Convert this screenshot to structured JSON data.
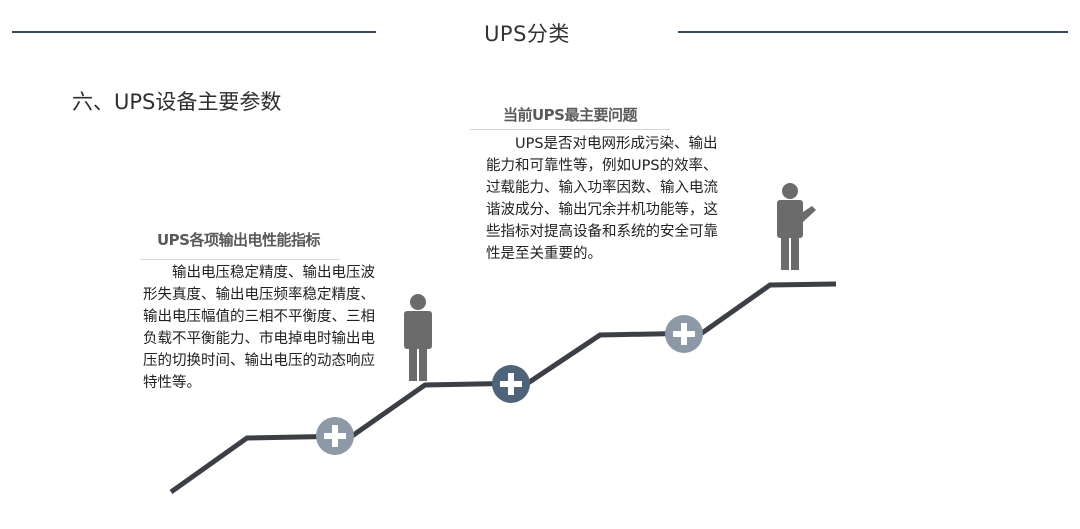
{
  "header": {
    "title": "UPS分类"
  },
  "section": {
    "title": "六、UPS设备主要参数"
  },
  "blocks": {
    "output_performance": {
      "heading": "UPS各项输出电性能指标",
      "body": "输出电压稳定精度、输出电压波形失真度、输出电压频率稳定精度、输出电压幅值的三相不平衡度、三相负载不平衡能力、市电掉电时输出电压的切换时间、输出电压的动态响应特性等。"
    },
    "main_problem": {
      "heading": "当前UPS最主要问题",
      "body": "UPS是否对电网形成污染、输出能力和可靠性等，例如UPS的效率、过载能力、输入功率因数、输入电流谐波成分、输出冗余并机功能等，这些指标对提高设备和系统的安全可靠性是至关重要的。"
    }
  },
  "icons": {
    "plus": "plus-circle-icon",
    "person": "person-icon",
    "person_pointing": "person-pointing-icon"
  },
  "colors": {
    "line": "#3d3f47",
    "person": "#6b6b6b",
    "plus_light": "#8d99a6",
    "plus_dark": "#4f6479",
    "header_line": "#3a4a5a"
  }
}
